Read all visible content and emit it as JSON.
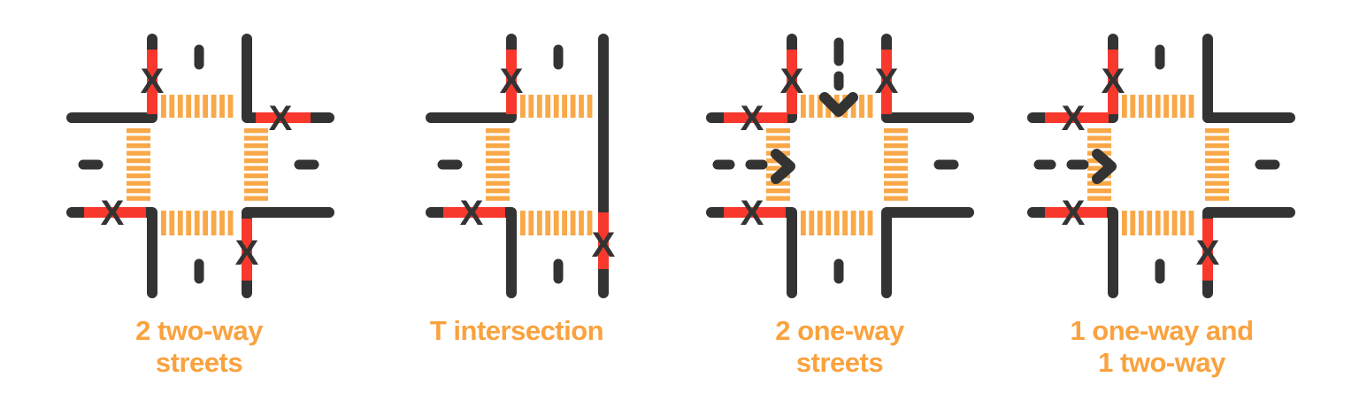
{
  "colors": {
    "background": "#FFFFFF",
    "road_dark": "#333333",
    "no_parking_red": "#F8382D",
    "marking_orange": "#F9A848",
    "label_orange": "#F9A23E"
  },
  "panels": [
    {
      "id": "two-two-way-streets",
      "label_lines": [
        "2 two-way",
        "streets"
      ],
      "layout": "cross",
      "crosswalks": [
        "top",
        "left",
        "right",
        "bottom"
      ],
      "no_parking_zones": [
        "nw-vertical",
        "ne-horizontal",
        "sw-horizontal",
        "se-vertical"
      ],
      "center_dashes": [
        "top",
        "left",
        "right",
        "bottom"
      ],
      "dashed_approaches": [],
      "one_way_arrows": []
    },
    {
      "id": "t-intersection",
      "label_lines": [
        "T intersection"
      ],
      "layout": "tee",
      "crosswalks": [
        "top",
        "left",
        "bottom"
      ],
      "no_parking_zones": [
        "nw-vertical",
        "sw-horizontal",
        "through-south"
      ],
      "center_dashes": [
        "top",
        "left",
        "bottom"
      ],
      "dashed_approaches": [],
      "one_way_arrows": []
    },
    {
      "id": "two-one-way-streets",
      "label_lines": [
        "2 one-way",
        "streets"
      ],
      "layout": "cross",
      "crosswalks": [
        "top",
        "left",
        "right",
        "bottom"
      ],
      "no_parking_zones": [
        "nw-vertical",
        "nw-horizontal",
        "ne-vertical",
        "sw-horizontal"
      ],
      "center_dashes": [
        "right",
        "bottom"
      ],
      "dashed_approaches": [
        "top",
        "left"
      ],
      "one_way_arrows": [
        "down",
        "right"
      ]
    },
    {
      "id": "one-one-way-and-one-two-way",
      "label_lines": [
        "1 one-way and",
        "1 two-way"
      ],
      "layout": "cross",
      "crosswalks": [
        "top",
        "left",
        "right",
        "bottom"
      ],
      "no_parking_zones": [
        "nw-vertical",
        "nw-horizontal",
        "sw-horizontal",
        "se-vertical"
      ],
      "center_dashes": [
        "top",
        "right",
        "bottom"
      ],
      "dashed_approaches": [
        "left"
      ],
      "one_way_arrows": [
        "right"
      ]
    }
  ]
}
